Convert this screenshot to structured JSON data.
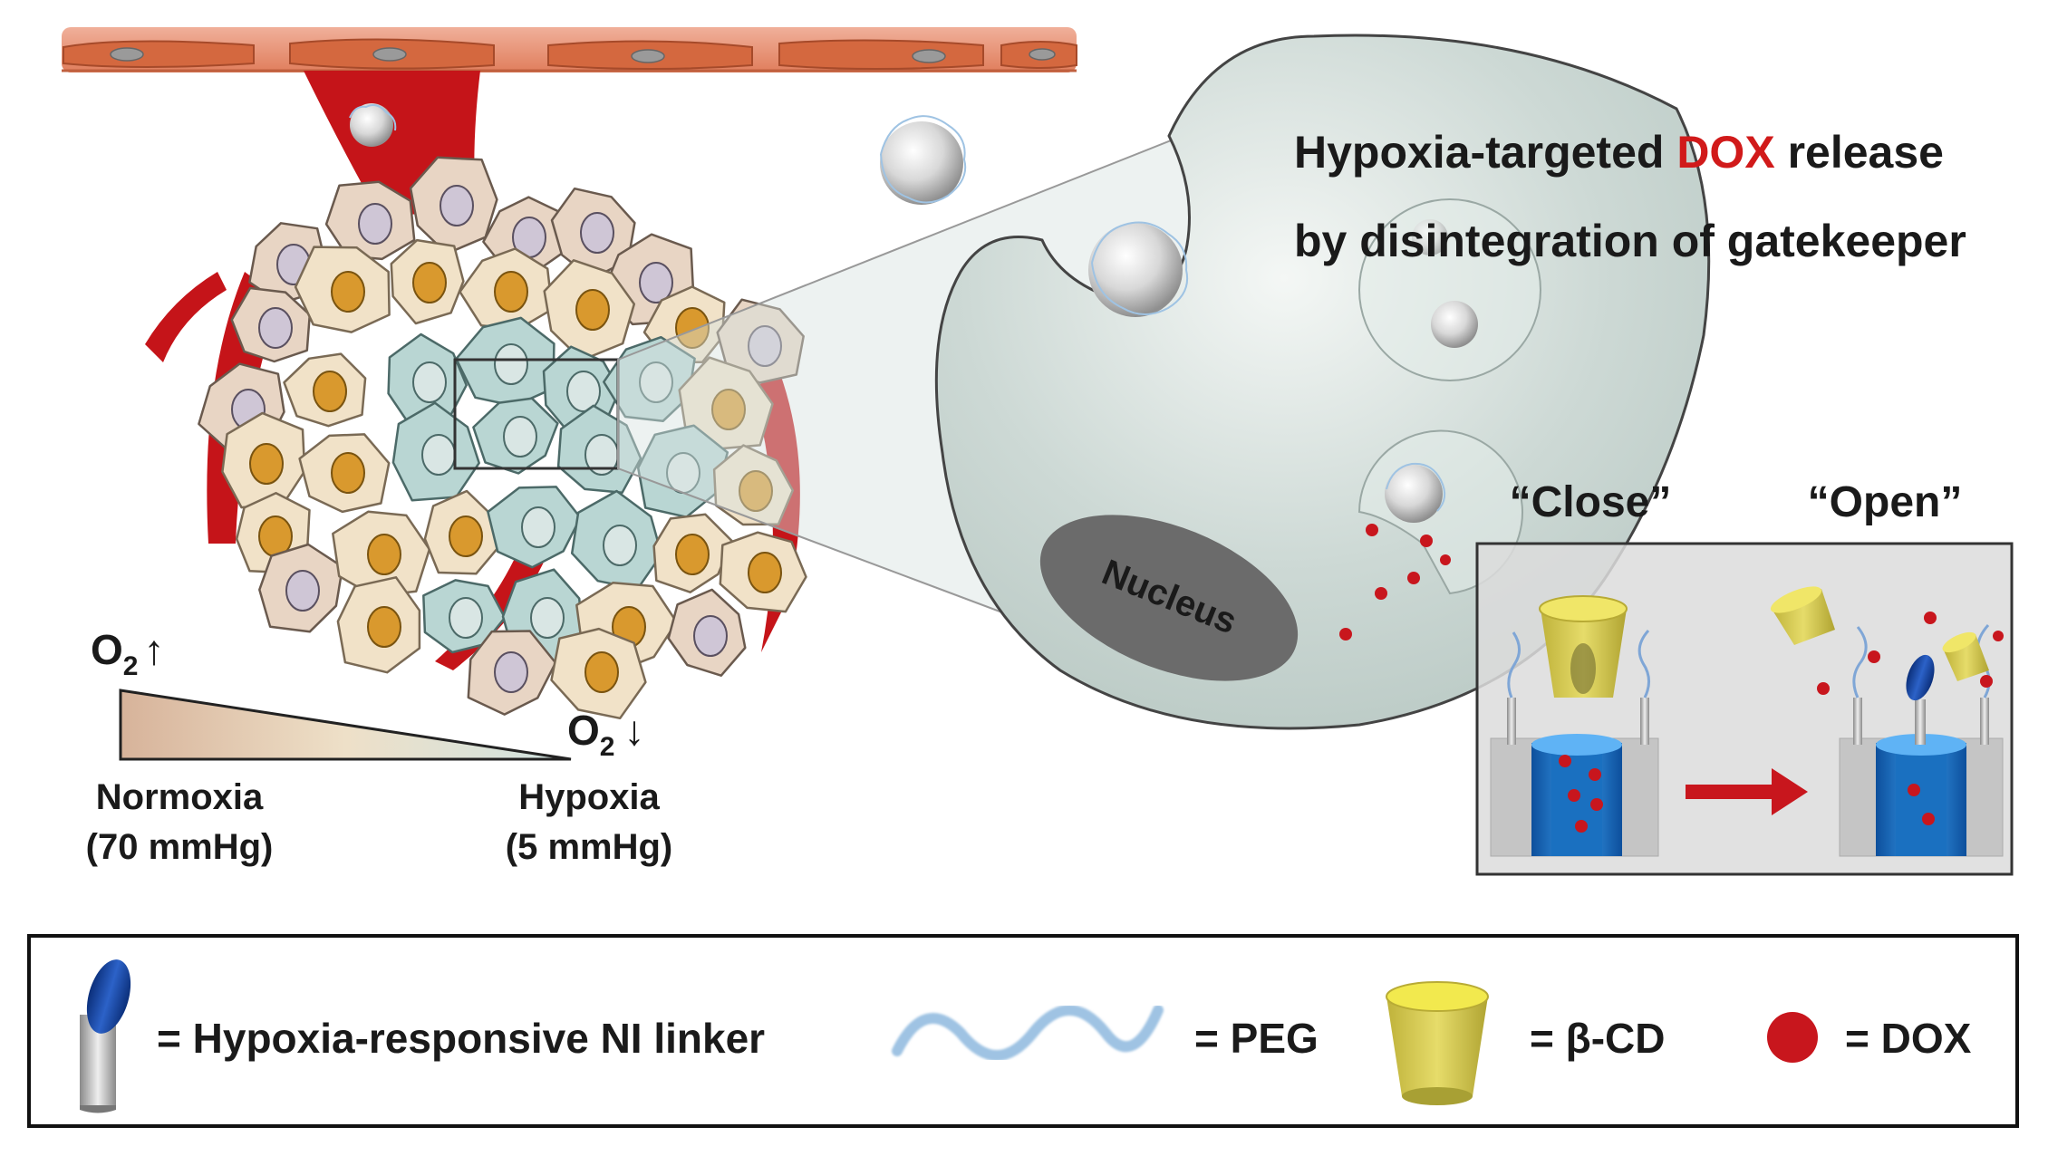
{
  "heading": {
    "line1_part1": "Hypoxia-targeted ",
    "line1_highlight": "DOX",
    "line1_part2": " release",
    "line2": "by disintegration of gatekeeper"
  },
  "nucleus_label": "Nucleus",
  "gate_states": {
    "close": "“Close”",
    "open": "“Open”"
  },
  "oxygen": {
    "high_symbol": "O",
    "high_sub": "2",
    "high_arrow": "↑",
    "low_symbol": "O",
    "low_sub": "2",
    "low_arrow": "↓",
    "normoxia_label": "Normoxia",
    "normoxia_value": "(70 mmHg)",
    "hypoxia_label": "Hypoxia",
    "hypoxia_value": "(5 mmHg)"
  },
  "legend": {
    "linker": "= Hypoxia-responsive NI linker",
    "peg": "= PEG",
    "bcd": "= β-CD",
    "dox": "= DOX"
  },
  "colors": {
    "dox_red": "#c8161d",
    "vessel_red": "#c51419",
    "linker_blue": "#123f9c",
    "bcd_yellow": "#d9cd52",
    "peg_blue": "#9fc3e3",
    "cell_body": "#c5d3cf",
    "pore_blue": "#1f80d0"
  }
}
